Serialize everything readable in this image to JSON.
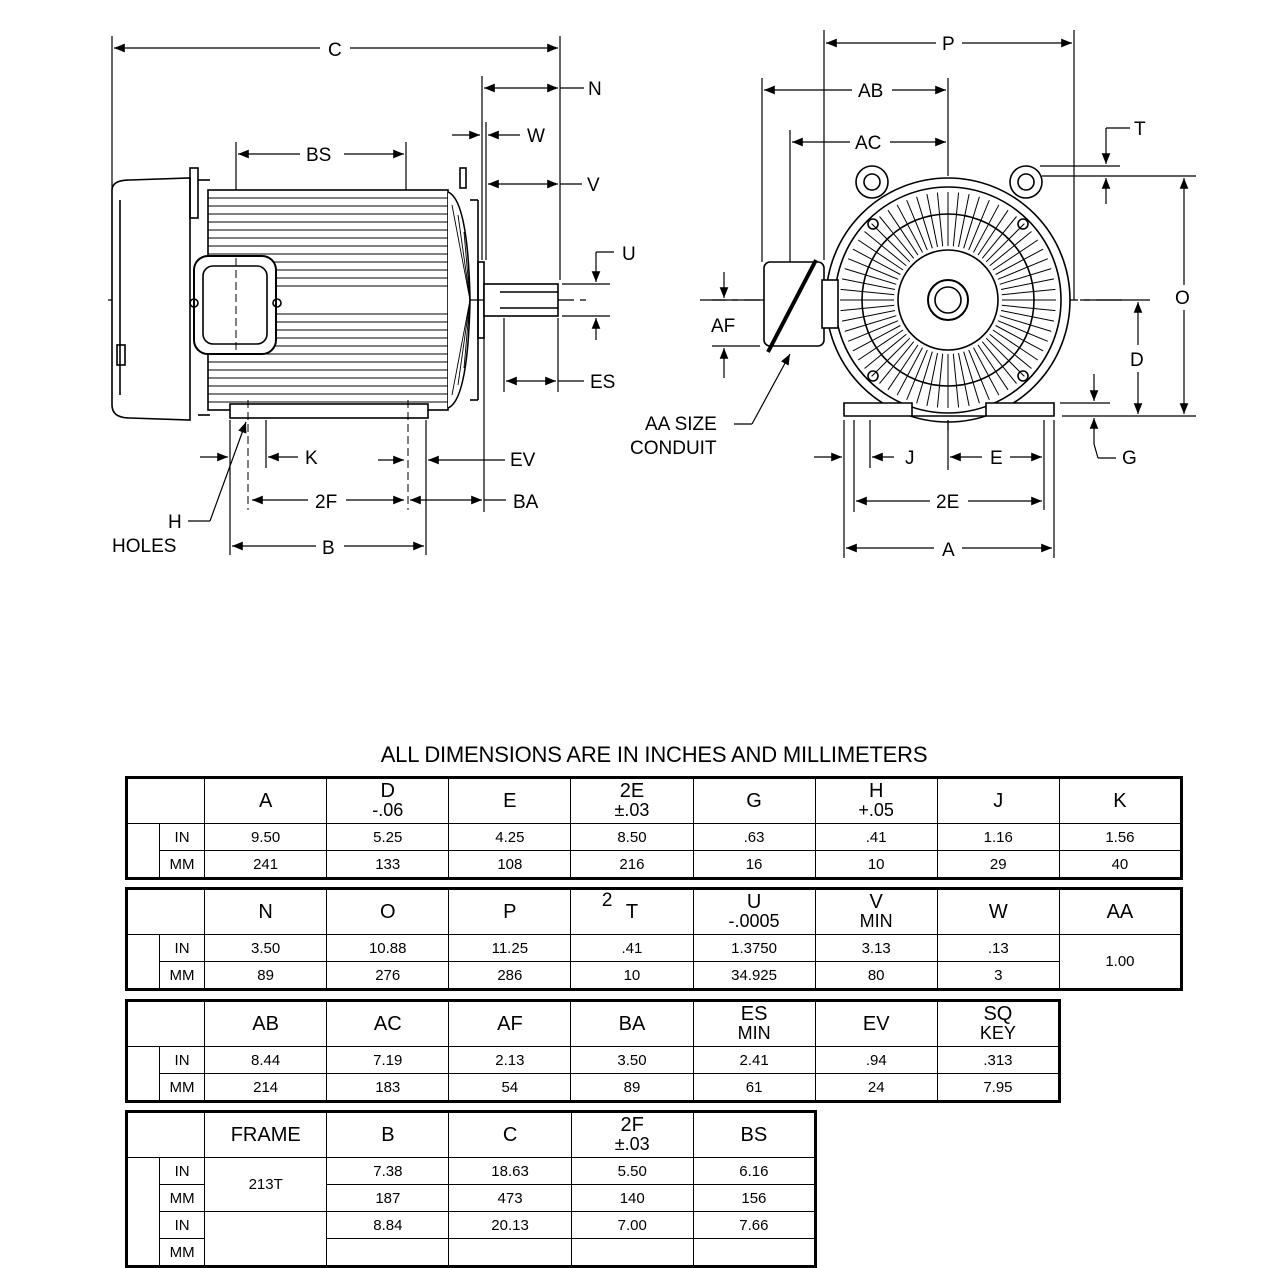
{
  "drawing": {
    "side_view_labels": {
      "C": "C",
      "N": "N",
      "W": "W",
      "V": "V",
      "U": "U",
      "BS": "BS",
      "ES": "ES",
      "K": "K",
      "EV": "EV",
      "2F": "2F",
      "BA": "BA",
      "H": "H",
      "HOLES": "HOLES",
      "B": "B"
    },
    "end_view_labels": {
      "P": "P",
      "AB": "AB",
      "AC": "AC",
      "T": "T",
      "O": "O",
      "AF": "AF",
      "D": "D",
      "AA_SIZE": "AA SIZE",
      "CONDUIT": "CONDUIT",
      "J": "J",
      "E": "E",
      "G": "G",
      "2E": "2E",
      "A": "A"
    }
  },
  "caption": "ALL DIMENSIONS ARE IN INCHES AND MILLIMETERS",
  "units": {
    "in": "IN",
    "mm": "MM"
  },
  "table1": {
    "headers": [
      {
        "l1": "A",
        "l2": ""
      },
      {
        "l1": "D",
        "l2": "-.06"
      },
      {
        "l1": "E",
        "l2": ""
      },
      {
        "l1": "2E",
        "l2": "±.03"
      },
      {
        "l1": "G",
        "l2": ""
      },
      {
        "l1": "H",
        "l2": "+.05"
      },
      {
        "l1": "J",
        "l2": ""
      },
      {
        "l1": "K",
        "l2": ""
      }
    ],
    "in": [
      "9.50",
      "5.25",
      "4.25",
      "8.50",
      ".63",
      ".41",
      "1.16",
      "1.56"
    ],
    "mm": [
      "241",
      "133",
      "108",
      "216",
      "16",
      "10",
      "29",
      "40"
    ]
  },
  "table2": {
    "headers": [
      {
        "l1": "N",
        "l2": ""
      },
      {
        "l1": "O",
        "l2": ""
      },
      {
        "l1": "P",
        "l2": "",
        "sup": "2"
      },
      {
        "l1": "T",
        "l2": ""
      },
      {
        "l1": "U",
        "l2": "-.0005"
      },
      {
        "l1": "V",
        "l2": "MIN"
      },
      {
        "l1": "W",
        "l2": ""
      },
      {
        "l1": "AA",
        "l2": ""
      }
    ],
    "in": [
      "3.50",
      "10.88",
      "11.25",
      ".41",
      "1.3750",
      "3.13",
      ".13"
    ],
    "mm": [
      "89",
      "276",
      "286",
      "10",
      "34.925",
      "80",
      "3"
    ],
    "aa": "1.00"
  },
  "table3": {
    "headers": [
      {
        "l1": "AB",
        "l2": ""
      },
      {
        "l1": "AC",
        "l2": ""
      },
      {
        "l1": "AF",
        "l2": ""
      },
      {
        "l1": "BA",
        "l2": ""
      },
      {
        "l1": "ES",
        "l2": "MIN"
      },
      {
        "l1": "EV",
        "l2": ""
      },
      {
        "l1": "SQ",
        "l2": "KEY"
      }
    ],
    "in": [
      "8.44",
      "7.19",
      "2.13",
      "3.50",
      "2.41",
      ".94",
      ".313"
    ],
    "mm": [
      "214",
      "183",
      "54",
      "89",
      "61",
      "24",
      "7.95"
    ]
  },
  "table4": {
    "headers": [
      {
        "l1": "FRAME",
        "l2": ""
      },
      {
        "l1": "B",
        "l2": ""
      },
      {
        "l1": "C",
        "l2": ""
      },
      {
        "l1": "2F",
        "l2": "±.03"
      },
      {
        "l1": "BS",
        "l2": ""
      }
    ],
    "rows": [
      {
        "frame": "213T",
        "in": [
          "7.38",
          "18.63",
          "5.50",
          "6.16"
        ],
        "mm": [
          "187",
          "473",
          "140",
          "156"
        ]
      },
      {
        "frame": "",
        "in": [
          "8.84",
          "20.13",
          "7.00",
          "7.66"
        ],
        "mm": [
          "",
          "",
          "",
          ""
        ]
      }
    ]
  }
}
